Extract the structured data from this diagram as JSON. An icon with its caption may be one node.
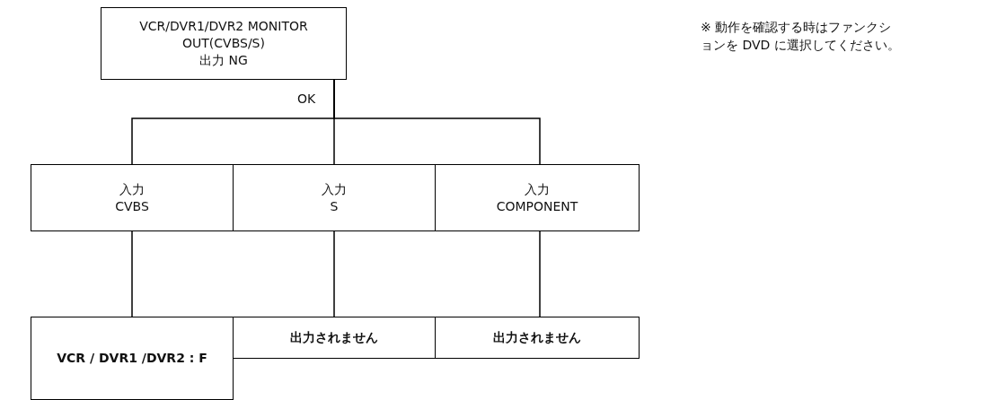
{
  "diagram": {
    "nodes": [
      {
        "text": [
          "VCR/DVR1/DVR2 MONITOR OUT(CVBS/S) 出力 NG"
        ]
      },
      {
        "text": [
          "入力 CVBS"
        ]
      },
      {
        "text": [
          "入力 S"
        ]
      },
      {
        "text": [
          "入力 COMPONENT"
        ]
      },
      {
        "text": [
          "VCR / DVR1 /DVR2 : F"
        ]
      },
      {
        "text": [
          "出力されません"
        ]
      },
      {
        "text": [
          "出力されません"
        ]
      }
    ],
    "edges": [
      {
        "from": 0,
        "to": 1,
        "arrow": "none",
        "label": "OK"
      },
      {
        "from": 0,
        "to": 2,
        "arrow": "none"
      },
      {
        "from": 0,
        "to": 3,
        "arrow": "none"
      },
      {
        "from": 1,
        "to": 4,
        "arrow": "none"
      },
      {
        "from": 2,
        "to": 5,
        "arrow": "none"
      },
      {
        "from": 3,
        "to": 6,
        "arrow": "none"
      }
    ],
    "labels": [
      "※ 動作を確認する時はファンクションを DVD に選択してください。"
    ]
  }
}
